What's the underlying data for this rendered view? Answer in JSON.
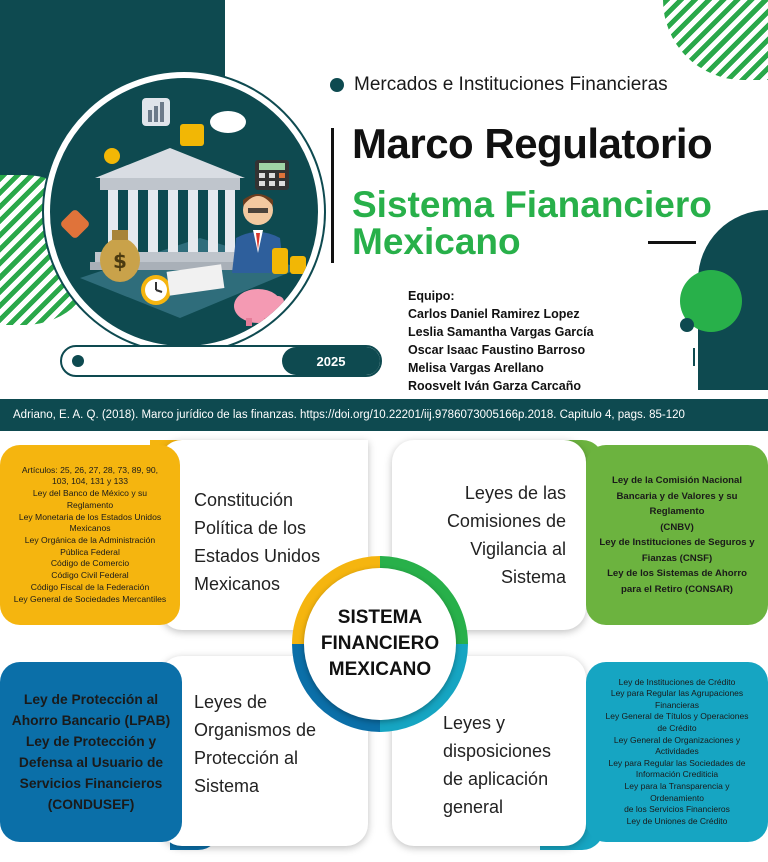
{
  "header": {
    "course": "Mercados e Instituciones Financieras",
    "title": "Marco Regulatorio",
    "subtitle_line1": "Sistema Fiananciero",
    "subtitle_line2": "Mexicano",
    "year": "2025"
  },
  "team": {
    "label": "Equipo:",
    "members": [
      "Carlos Daniel Ramirez Lopez",
      "Leslia Samantha Vargas García",
      "Oscar Isaac Faustino Barroso",
      "Melisa Vargas Arellano",
      "Roosvelt Iván Garza Carcaño"
    ]
  },
  "citation": "Adriano, E. A. Q. (2018). Marco jurídico de las finanzas. https://doi.org/10.22201/iij.9786073005166p.2018. Capitulo 4, pags. 85-120",
  "center": {
    "line1": "SISTEMA",
    "line2": "FINANCIERO",
    "line3": "MEXICANO"
  },
  "quadrants": {
    "top_left": {
      "title": [
        "Constitución",
        "Política de los",
        "Estados Unidos",
        "Mexicanos"
      ],
      "items": [
        "Artículos:  25, 26, 27, 28, 73, 89, 90,",
        "103, 104, 131 y 133",
        "Ley del Banco de México y su",
        "Reglamento",
        "Ley Monetaria de los Estados Unidos",
        "Mexicanos",
        "Ley Orgánica de la Administración",
        "Pública Federal",
        "Código de Comercio",
        "Código Civil Federal",
        "Código Fiscal de la Federación",
        "Ley General de Sociedades Mercantiles"
      ]
    },
    "top_right": {
      "title": [
        "Leyes de las",
        "Comisiones de",
        "Vigilancia al",
        "Sistema"
      ],
      "items": [
        "Ley de la Comisión Nacional",
        "Bancaria y de Valores y su",
        "Reglamento",
        "(CNBV)",
        "Ley de Instituciones de Seguros y",
        "Fianzas (CNSF)",
        "Ley de los Sistemas de Ahorro",
        "para el Retiro (CONSAR)"
      ]
    },
    "bottom_left": {
      "title": [
        "Leyes de",
        "Organismos de",
        "Protección al",
        "Sistema"
      ],
      "items": [
        "Ley de Protección al",
        "Ahorro Bancario (LPAB)",
        "Ley de Protección y",
        "Defensa al Usuario de",
        "Servicios Financieros",
        "(CONDUSEF)"
      ]
    },
    "bottom_right": {
      "title": [
        "Leyes y",
        "disposiciones",
        "de aplicación",
        "general"
      ],
      "items": [
        "Ley de Instituciones de Crédito",
        "Ley para Regular las Agrupaciones",
        "Financieras",
        "Ley General de Títulos y Operaciones",
        "de Crédito",
        "Ley General de Organizaciones y",
        "Actividades",
        "Ley para Regular las Sociedades de",
        "Información Crediticia",
        "Ley para la Transparencia y",
        "Ordenamiento",
        "de los Servicios Financieros",
        "Ley de Uniones de Crédito"
      ]
    }
  },
  "colors": {
    "dark_teal": "#0e4a50",
    "green": "#28b04a",
    "yellow": "#f5b50f",
    "blue": "#0b6fa8",
    "cyan": "#16a5c2",
    "light_green": "#6cb33f"
  },
  "icons": [
    "bank-building-icon",
    "businessman-icon",
    "money-bag-icon",
    "alarm-clock-icon",
    "piggy-bank-icon",
    "calculator-icon",
    "coins-icon"
  ]
}
